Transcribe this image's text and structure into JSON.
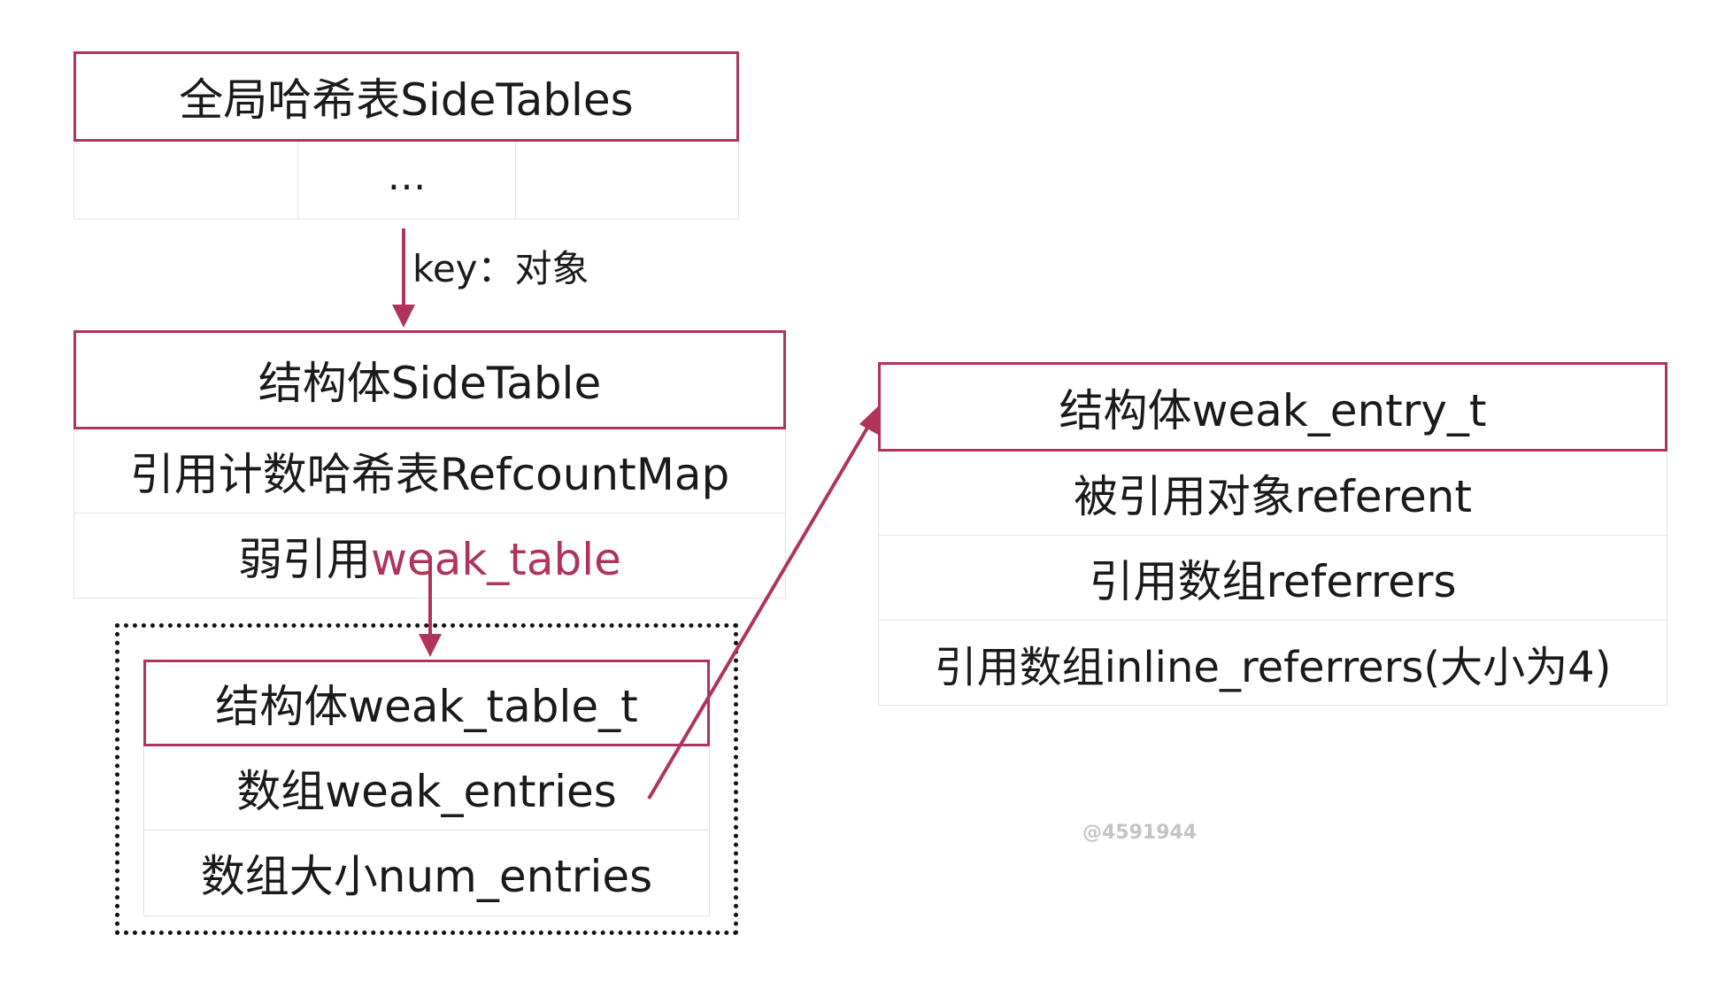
{
  "colors": {
    "accent": "#b0345a",
    "text": "#1a1a1a",
    "row_border": "#e2e2e2",
    "dotted_border": "#111111",
    "watermark": "#c4c4c4"
  },
  "side_tables": {
    "title": "全局哈希表SideTables",
    "ellipsis": "…"
  },
  "key_label": "key：对象",
  "side_table": {
    "title": "结构体SideTable",
    "refcount_map": "引用计数哈希表RefcountMap",
    "weak_prefix": "弱引用",
    "weak_field": "weak_table"
  },
  "weak_table_t": {
    "title": "结构体weak_table_t",
    "entries": "数组weak_entries",
    "num_entries": "数组大小num_entries"
  },
  "weak_entry_t": {
    "title": "结构体weak_entry_t",
    "referent": "被引用对象referent",
    "referrers": "引用数组referrers",
    "inline_referrers": "引用数组inline_referrers(大小为4)"
  },
  "watermark": "@4591944"
}
